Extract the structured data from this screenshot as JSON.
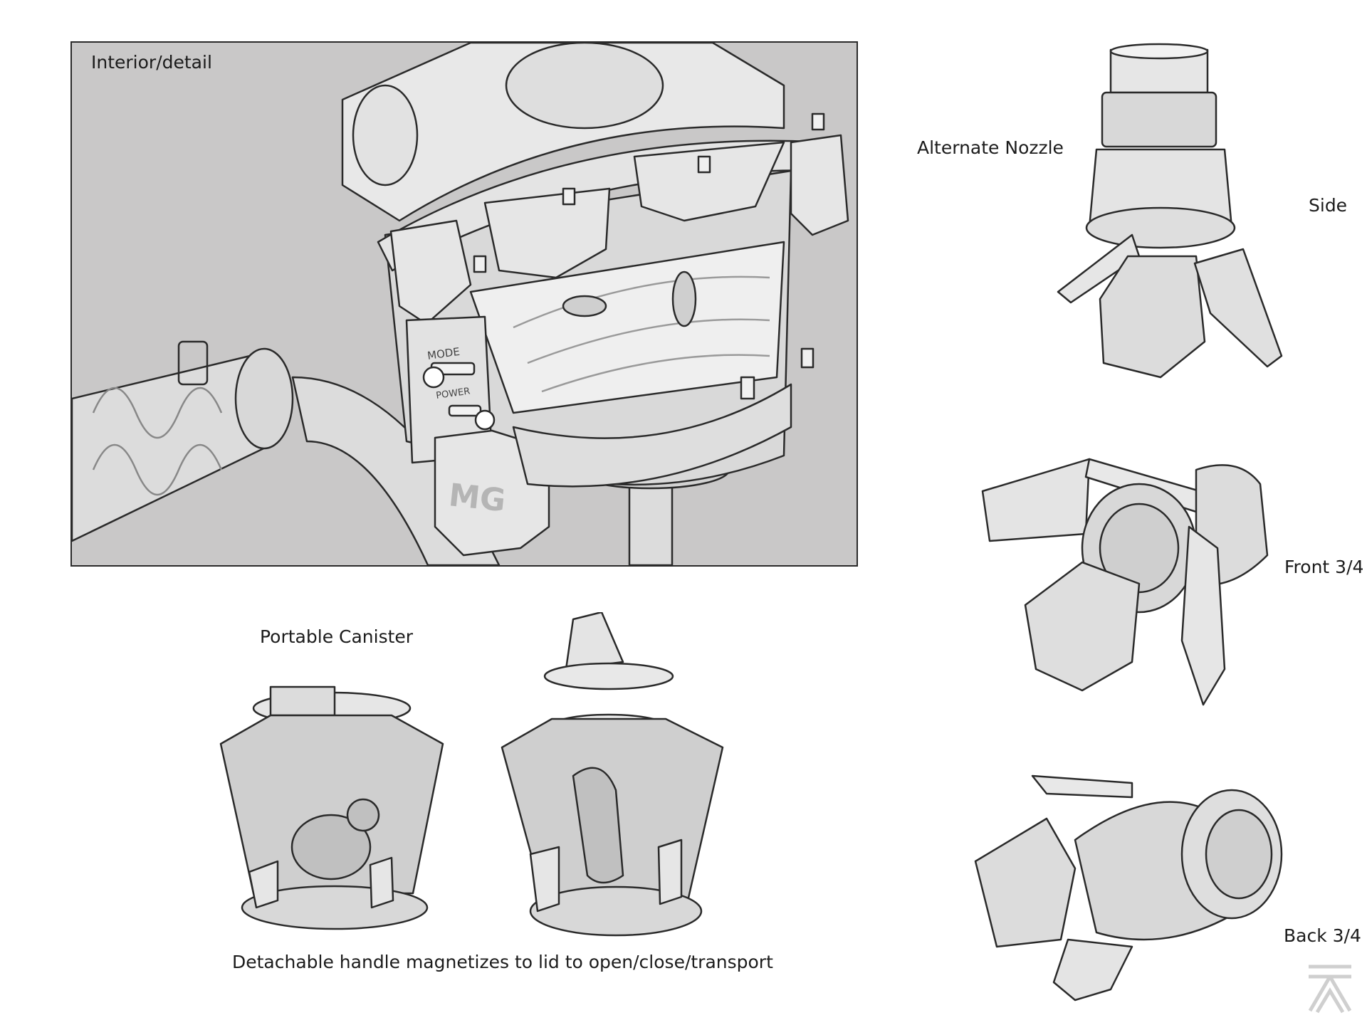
{
  "labels": {
    "interior": "Interior/detail",
    "alternate_nozzle": "Alternate Nozzle",
    "side": "Side",
    "front": "Front 3/4",
    "back": "Back 3/4",
    "portable_canister": "Portable Canister",
    "caption": "Detachable handle magnetizes to lid to open/close/transport"
  },
  "device": {
    "mode_label": "MODE",
    "power_label": "POWER",
    "brand_mark": "MG"
  },
  "colors": {
    "panel_bg": "#c9c8c8",
    "line": "#2a2a2a",
    "fill_light": "#e6e6e6",
    "fill_mid": "#d6d6d6"
  },
  "icons": [
    "studio-logo-icon"
  ]
}
